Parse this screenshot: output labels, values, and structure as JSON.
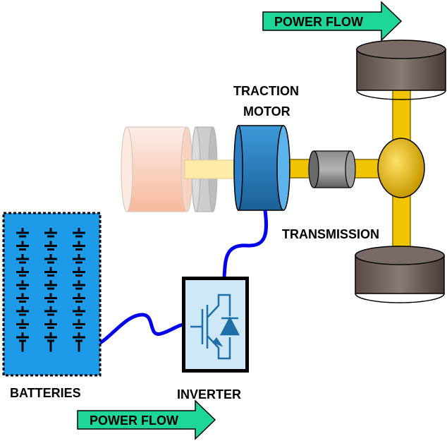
{
  "labels": {
    "power_flow_top": "POWER FLOW",
    "power_flow_bottom": "POWER FLOW",
    "traction_motor_line1": "TRACTION",
    "traction_motor_line2": "MOTOR",
    "transmission": "TRANSMISSION",
    "batteries": "BATTERIES",
    "inverter": "INVERTER"
  },
  "colors": {
    "arrow_fill": "#1fd69a",
    "cable": "#0000ee",
    "battery_fill": "#1e9be8",
    "motor": "#2a7fc4",
    "shaft": "#f0c400",
    "wheel": "#6b5a55",
    "inverter_fill": "#cfe8f8",
    "inverter_symbol": "#1f6fa8"
  }
}
